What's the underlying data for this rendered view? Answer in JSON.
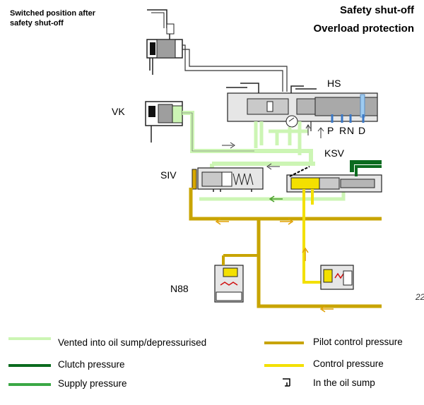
{
  "header": {
    "title_line1": "Safety shut-off",
    "title_line2": "Overload protection",
    "note": "Switched position after safety shut-off",
    "figure_number": "22"
  },
  "components": {
    "hs": "HS",
    "vk": "VK",
    "siv": "SIV",
    "ksv": "KSV",
    "n88": "N88",
    "gear_positions": [
      "P",
      "R",
      "N",
      "D"
    ]
  },
  "legend": [
    {
      "label": "Vented into oil sump/depressurised",
      "color": "#ccf5b4",
      "kind": "line"
    },
    {
      "label": "Clutch pressure",
      "color": "#0b6b1f",
      "kind": "line"
    },
    {
      "label": "Supply pressure",
      "color": "#3aa845",
      "kind": "line"
    },
    {
      "label": "Pilot control pressure",
      "color": "#c8a400",
      "kind": "line"
    },
    {
      "label": "Control pressure",
      "color": "#f3e000",
      "kind": "line"
    },
    {
      "label": "In the oil sump",
      "color": "#000000",
      "kind": "sump-symbol"
    }
  ],
  "colors": {
    "vented": "#ccf5b4",
    "clutch": "#0b6b1f",
    "supply": "#3aa845",
    "pilot": "#c8a400",
    "control": "#f3e000",
    "valve_body": "#c9c9c9",
    "flow_arrow": "#e0a000"
  }
}
